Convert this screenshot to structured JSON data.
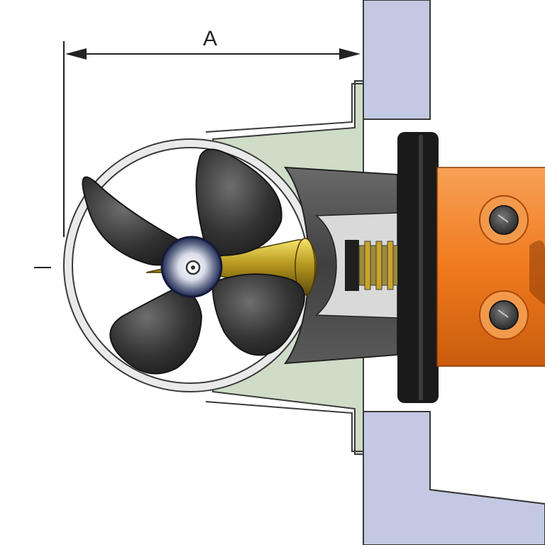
{
  "diagram": {
    "dimension_label": "A",
    "colors": {
      "hull": "#c3c9e2",
      "hull_outline": "#3a3a3a",
      "fairing": "#cfdcc7",
      "tunnel_wall": "#eaeaea",
      "propeller": "#3a3a3a",
      "hub": "#1f2a55",
      "gear_housing": "#4a4a4a",
      "shaft_brass": "#a08a1e",
      "flange": "#1a1a1a",
      "motor": "#f07a1e",
      "motor_dark": "#c45a0c",
      "bolt": "#4a4a4a"
    },
    "icons": [
      "propeller",
      "motor",
      "bolt"
    ]
  }
}
